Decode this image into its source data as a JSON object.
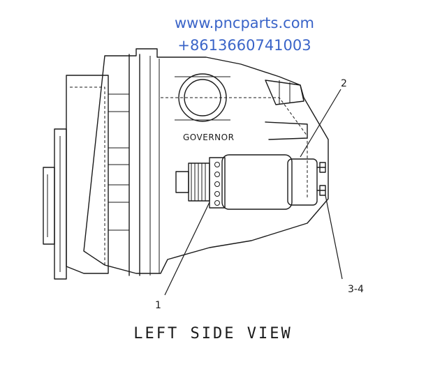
{
  "watermark": {
    "website": "www.pncparts.com",
    "phone": "+8613660741003",
    "color": "#3a64c8"
  },
  "diagram": {
    "component_label": "GOVERNOR",
    "callouts": {
      "part_1": "1",
      "part_2": "2",
      "part_3_4": "3-4"
    },
    "view_caption": "LEFT SIDE VIEW"
  }
}
